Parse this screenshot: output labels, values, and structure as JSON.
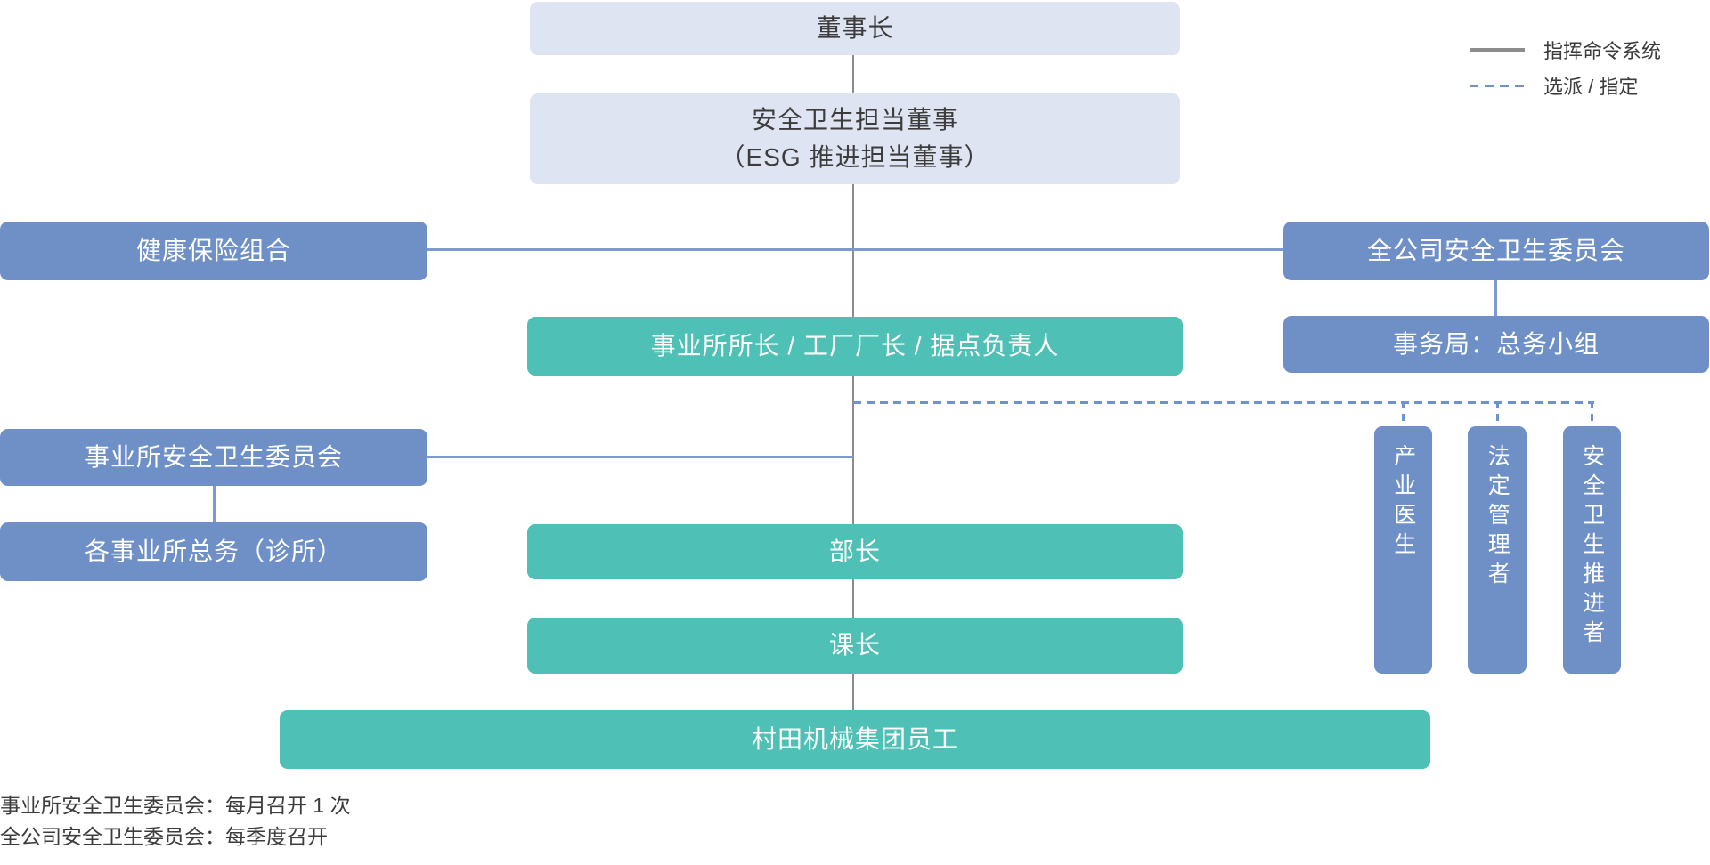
{
  "nodes": {
    "chairman": "董事长",
    "director_line1": "安全卫生担当董事",
    "director_line2": "（ESG 推进担当董事）",
    "insurance": "健康保险组合",
    "companywide_committee": "全公司安全卫生委员会",
    "site_head": "事业所所长 / 工厂厂长 / 据点负责人",
    "secretariat": "事务局：总务小组",
    "site_committee": "事业所安全卫生委员会",
    "site_general_affairs": "各事业所总务（诊所）",
    "department_head": "部长",
    "section_head": "课长",
    "employees": "村田机械集团员工",
    "industrial_physician": "产业医生",
    "legal_manager": "法定管理者",
    "safety_promoter": "安全卫生推进者"
  },
  "legend": {
    "command_line_label": "指挥命令系统",
    "appointment_line_label": "选派 / 指定"
  },
  "notes": {
    "line1": "事业所安全卫生委员会：每月召开 1 次",
    "line2": "全公司安全卫生委员会：每季度召开"
  },
  "colors": {
    "lavender": "#dee4f1",
    "blue": "#6e90c7",
    "teal": "#4fc0b5",
    "grayLine": "#8c8c8c",
    "blueLine": "#7d99d2",
    "dashBlue": "#6e92cc",
    "textDark": "#3c3c3c"
  }
}
